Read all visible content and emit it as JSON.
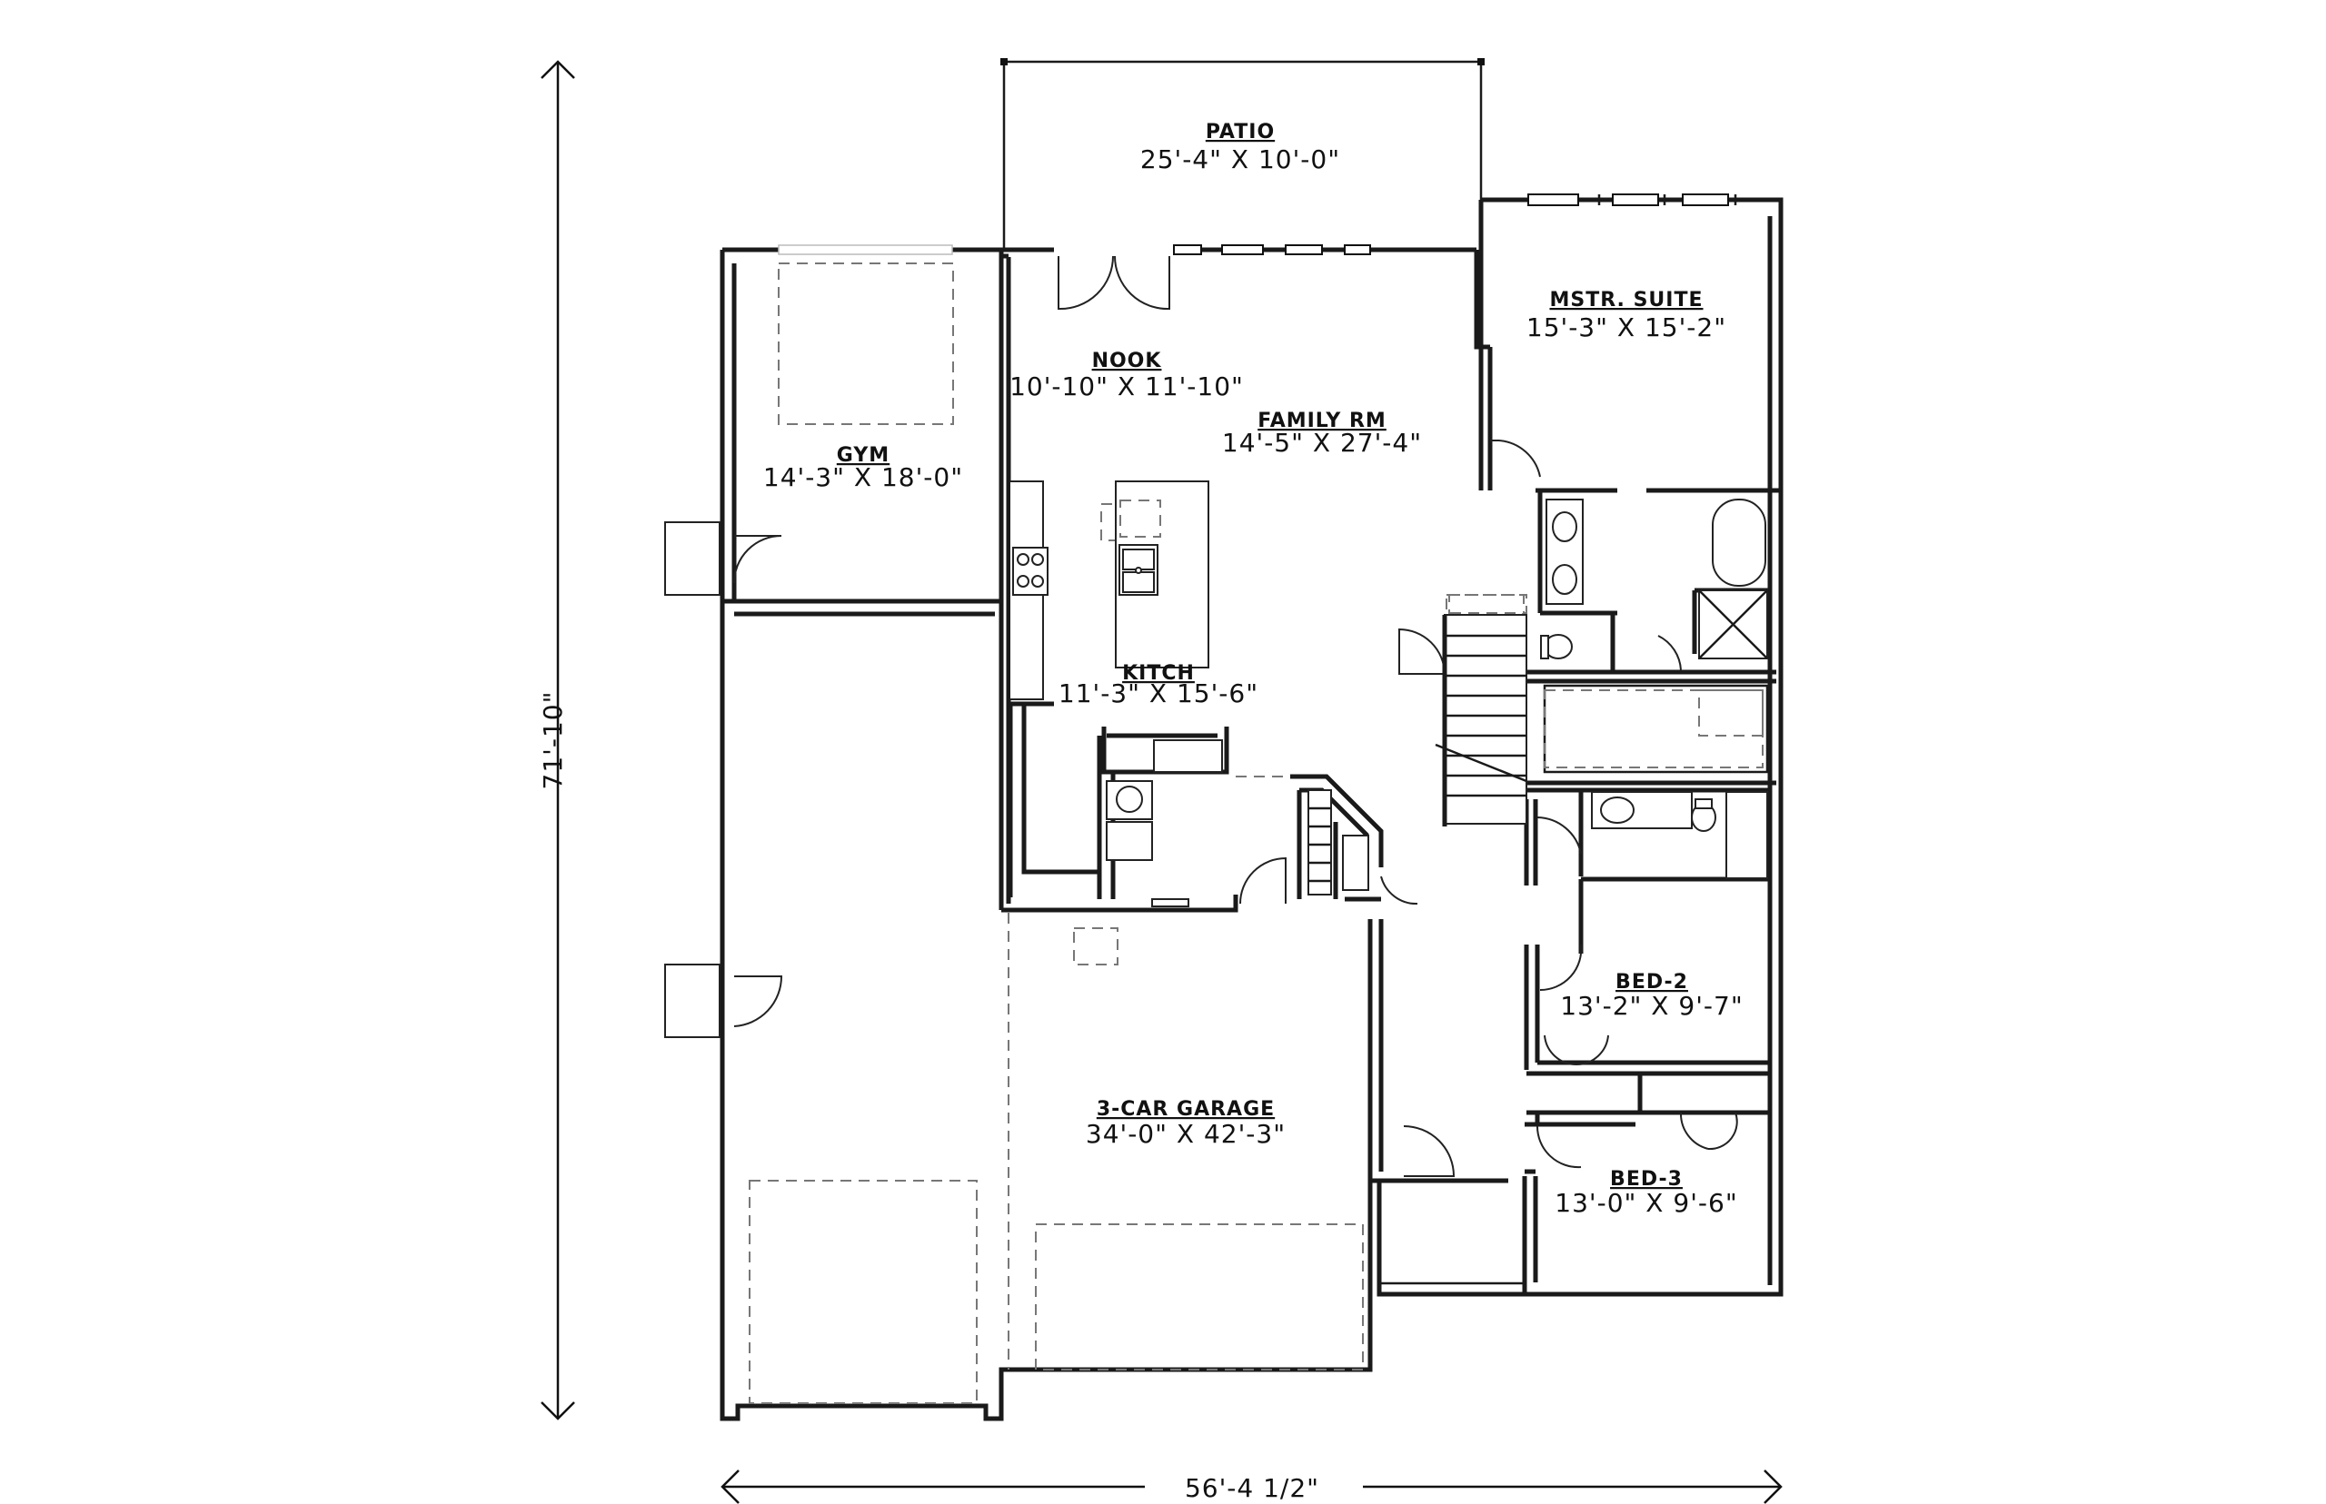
{
  "dimensions": {
    "overall_depth": "71'-10\"",
    "overall_width": "56'-4 1/2\""
  },
  "rooms": {
    "patio": {
      "name": "PATIO",
      "size": "25'-4\" X 10'-0\""
    },
    "master_suite": {
      "name": "MSTR. SUITE",
      "size": "15'-3\" X 15'-2\""
    },
    "nook": {
      "name": "NOOK",
      "size": "10'-10\" X 11'-10\""
    },
    "family_room": {
      "name": "FAMILY RM",
      "size": "14'-5\" X 27'-4\""
    },
    "gym": {
      "name": "GYM",
      "size": "14'-3\" X 18'-0\""
    },
    "kitchen": {
      "name": "KITCH",
      "size": "11'-3\" X 15'-6\""
    },
    "garage": {
      "name": "3-CAR GARAGE",
      "size": "34'-0\" X 42'-3\""
    },
    "bed_2": {
      "name": "BED-2",
      "size": "13'-2\" X 9'-7\""
    },
    "bed_3": {
      "name": "BED-3",
      "size": "13'-0\" X 9'-6\""
    }
  }
}
